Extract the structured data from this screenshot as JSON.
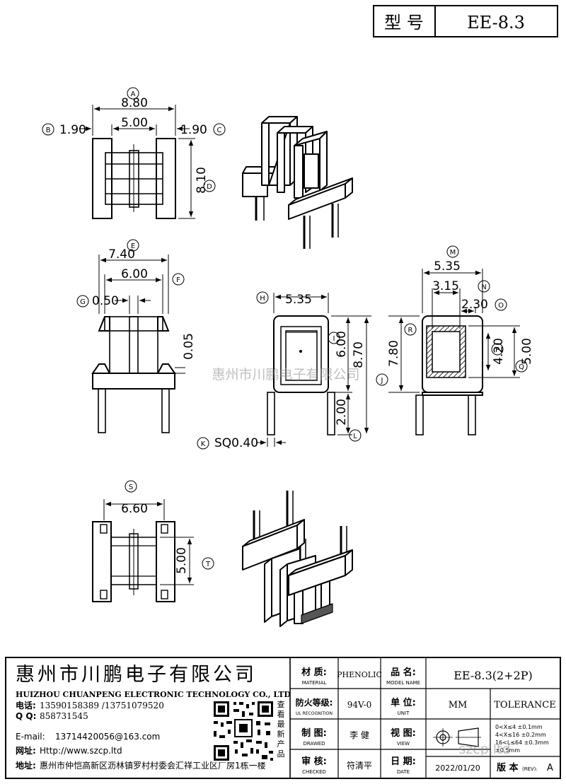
{
  "title_block": {
    "type_label": "型 号",
    "model": "EE-8.3"
  },
  "views": {
    "top": {
      "labels": {
        "A": "A",
        "B": "B",
        "C": "C",
        "D": "D"
      },
      "dims": {
        "overall": "8.80",
        "left": "1.90",
        "middle": "5.00",
        "right": "1.90",
        "height": "8.10"
      }
    },
    "front": {
      "labels": {
        "E": "E",
        "F": "F",
        "G": "G"
      },
      "dims": {
        "outer": "7.40",
        "inner": "6.00",
        "step": "0.50",
        "offset": "0.05"
      }
    },
    "side": {
      "labels": {
        "H": "H",
        "I": "I",
        "J": "J",
        "K": "K",
        "L": "L"
      },
      "dims": {
        "width": "5.35",
        "body": "6.00",
        "total": "8.70",
        "pin": "2.00",
        "pin_sq": "SQ0.40"
      }
    },
    "section": {
      "labels": {
        "M": "M",
        "N": "N",
        "O": "O",
        "P": "P",
        "Q": "Q",
        "R": "R"
      },
      "dims": {
        "width": "5.35",
        "inner": "3.15",
        "wall": "2.30",
        "height": "7.80",
        "core": "4.20",
        "window": "5.00"
      }
    },
    "bottom": {
      "labels": {
        "S": "S",
        "T": "T"
      },
      "dims": {
        "width": "6.60",
        "height": "5.00"
      }
    }
  },
  "watermark": "惠州市川鹏电子有限公司",
  "footer": {
    "company_cn": "惠州市川鹏电子有限公司",
    "company_en": "HUIZHOU CHUANPENG ELECTRONIC TECHNOLOGY CO., LTD",
    "phone_label": "电话:",
    "phone": "13590158389 /13751079520",
    "qq_label": "Q Q:",
    "qq": "858731545",
    "email_label": "E-mail:",
    "email": "13714420056@163.com",
    "web_label": "网址:",
    "web": "Http://www.szcp.ltd",
    "addr_label": "地址:",
    "addr": "惠州市仲恺高新区沥林镇罗村村委会汇祥工业区厂房1栋一楼",
    "qr_caption": [
      "查",
      "看",
      "最",
      "新",
      "产",
      "品"
    ],
    "material_cn": "材 质:",
    "material_en": "MATERIAL",
    "material": "PHENOLIC",
    "name_cn": "品 名:",
    "name_en": "MODEL NAME",
    "name": "EE-8.3(2+2P)",
    "fire_cn": "防火等级:",
    "fire_en": "UL RECOGNITION",
    "fire": "94V-0",
    "unit_cn": "单 位:",
    "unit_en": "UNIT",
    "unit": "MM",
    "tolerance": "TOLERANCE",
    "drawn_cn": "制 图:",
    "drawn_en": "DRAWED",
    "drawn": "李 健",
    "view_cn": "视 图:",
    "view_en": "VIEW",
    "checked_cn": "审 核:",
    "checked_en": "CHECKED",
    "checked": "符清平",
    "date_cn": "日 期:",
    "date_en": "DATE",
    "date": "2022/01/20",
    "rev_label": "版 本",
    "rev_small": "(REV):",
    "rev": "A",
    "tol_rows": [
      "0<X≤4    ±0.1mm",
      "4<X≤16   ±0.2mm",
      "16<L≤64  ±0.3mm",
      "         ±0.5mm"
    ],
    "site": "szcp.ltd"
  }
}
